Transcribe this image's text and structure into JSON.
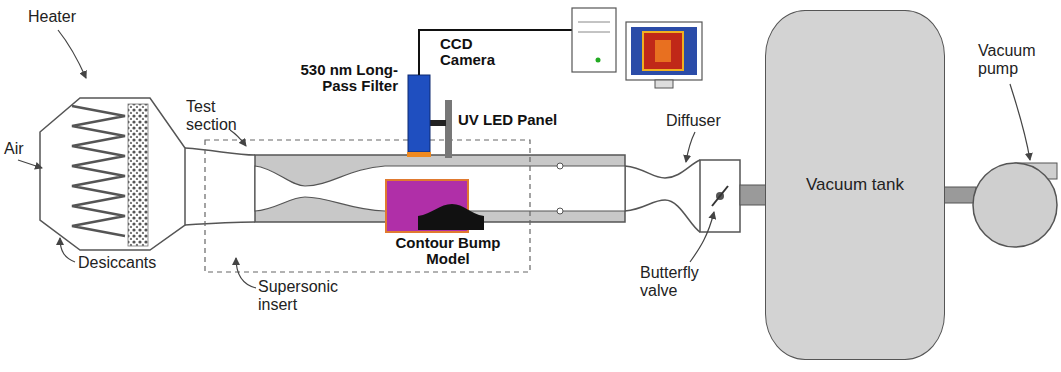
{
  "diagram": {
    "nodes": [
      {
        "text": [
          "Vacuum tank"
        ]
      }
    ],
    "labels": [
      "Heater",
      "Air",
      "Desiccants",
      "Test section",
      "530 nm Long-Pass Filter",
      "CCD Camera",
      "UV LED Panel",
      "Contour Bump Model",
      "Supersonic insert",
      "Diffuser",
      "Butterfly valve",
      "Vacuum pump"
    ]
  }
}
